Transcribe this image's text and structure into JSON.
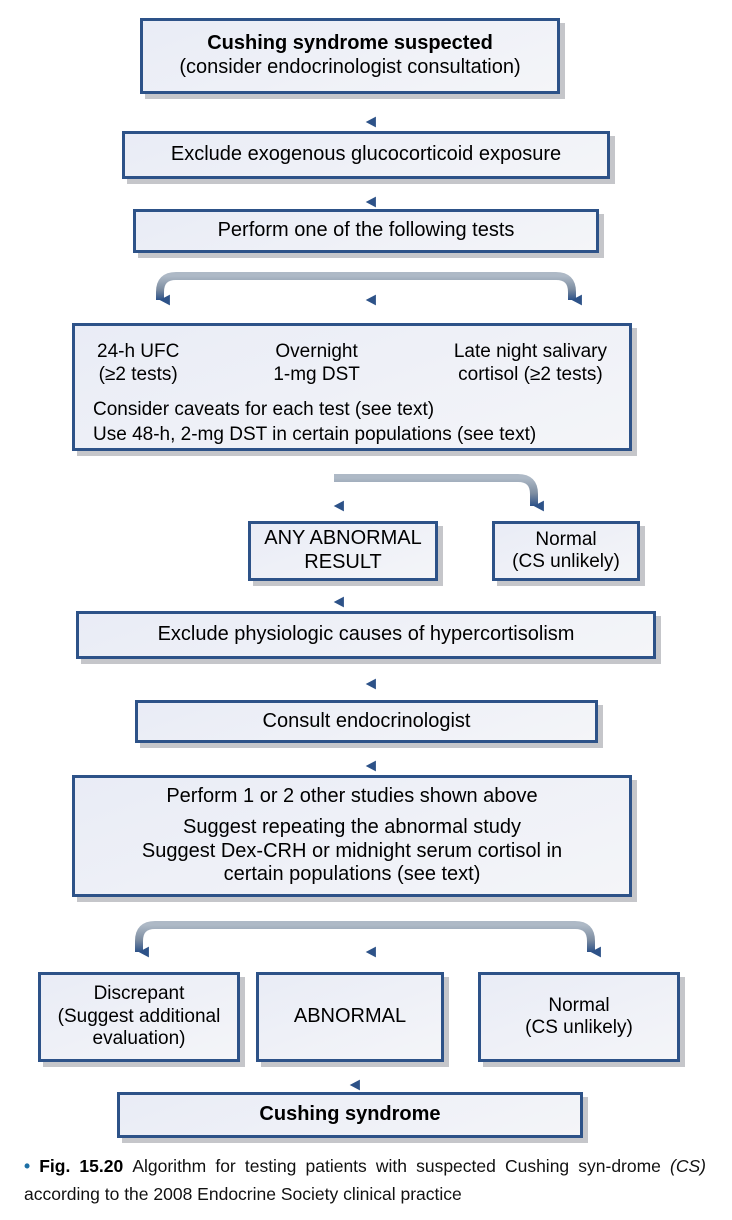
{
  "figure": {
    "colors": {
      "box_border": "#2d5288",
      "box_fill_light": "#f4f5f8",
      "box_fill_dark": "#e9ecf6",
      "arrow_dark": "#2d5288",
      "arrow_light": "#b9c2ce",
      "shadow": "#96989e",
      "caption_bullet": "#1d6fa5"
    },
    "nodes": {
      "suspected": {
        "line1": "Cushing syndrome suspected",
        "line2": "(consider endocrinologist consultation)"
      },
      "exclude_exogenous": {
        "line1": "Exclude exogenous glucocorticoid exposure"
      },
      "perform_tests": {
        "line1": "Perform one of the following tests"
      },
      "tests": {
        "columns": [
          {
            "line1": "24-h UFC",
            "line2": "(≥2 tests)"
          },
          {
            "line1": "Overnight",
            "line2": "1-mg DST"
          },
          {
            "line1": "Late night salivary",
            "line2": "cortisol (≥2 tests)"
          }
        ],
        "notes": [
          "Consider caveats for each test (see text)",
          "Use 48-h, 2-mg DST in certain populations (see text)"
        ]
      },
      "any_abnormal": {
        "line1": "ANY ABNORMAL",
        "line2": "RESULT"
      },
      "normal_upper": {
        "line1": "Normal",
        "line2": "(CS unlikely)"
      },
      "exclude_physiologic": {
        "line1": "Exclude physiologic causes of hypercortisolism"
      },
      "consult": {
        "line1": "Consult endocrinologist"
      },
      "other_studies": {
        "line1": "Perform 1 or 2 other studies shown above",
        "line2": "Suggest repeating the abnormal study",
        "line3": "Suggest Dex-CRH or midnight serum cortisol in",
        "line4": "certain populations (see text)"
      },
      "discrepant": {
        "line1": "Discrepant",
        "line2": "(Suggest additional",
        "line3": "evaluation)"
      },
      "abnormal": {
        "line1": "ABNORMAL"
      },
      "normal_lower": {
        "line1": "Normal",
        "line2": "(CS unlikely)"
      },
      "cushing_syndrome": {
        "line1": "Cushing syndrome"
      }
    },
    "caption": {
      "bullet": "•",
      "number": "Fig. 15.20",
      "text_1": "Algorithm for testing patients with suspected Cushing syn-drome ",
      "italic": "(CS)",
      "text_2": " according to the 2008 Endocrine Society clinical practice"
    }
  }
}
